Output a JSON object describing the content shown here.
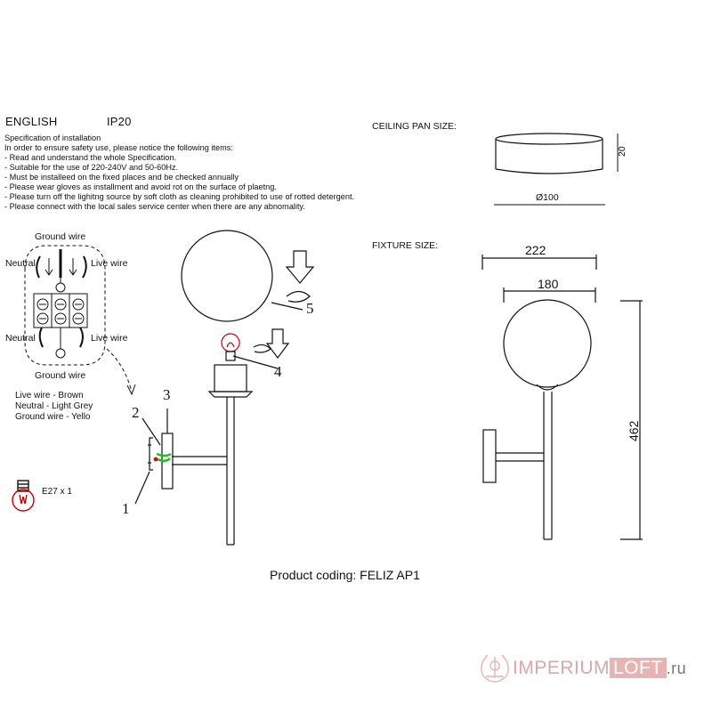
{
  "header": {
    "language": "ENGLISH",
    "ip_rating": "IP20",
    "spec_title": "Specification of installation",
    "spec_lines": [
      "In order to ensure safety use, please notice the following items:",
      "- Read and understand the whole Specification.",
      "- Suitable for the use of 220-240V and 50-60Hz.",
      "- Must be installeed on the fixed places and be checked annually",
      "- Please wear gloves as installment and avoid rot on the surface of plaetng.",
      "- Please turn off the lighitng source by soft cloth as cleaning prohibited to use of rotted detergent.",
      "- Please connect with the local sales service center when there are any abnomality."
    ]
  },
  "ceiling_pan": {
    "title": "CEILING PAN  SIZE:",
    "height": "20",
    "diameter": "Ø100"
  },
  "fixture": {
    "title": "FIXTURE SIZE:",
    "width_outer": "222",
    "width_globe": "180",
    "height": "462"
  },
  "wiring": {
    "ground_top": "Ground wire",
    "ground_bottom": "Ground wire",
    "neutral_top": "Neutral",
    "neutral_bottom": "Neutral",
    "live_top": "Live wire",
    "live_bottom": "Live wire",
    "legend": [
      "Live wire - Brown",
      "Neutral - Light Grey",
      "Ground wire - Yello"
    ]
  },
  "bulb": {
    "label": "E27 x 1"
  },
  "steps": [
    "1",
    "2",
    "3",
    "4",
    "5"
  ],
  "product_coding": "Product coding: FELIZ AP1",
  "watermark": {
    "brand_main": "IMPERIUM",
    "brand_box": "LOFT",
    "suffix": ".ru"
  },
  "colors": {
    "line": "#111111",
    "wire_red": "#d01010",
    "wire_green": "#22bb22",
    "watermark": "#e8b3b3"
  }
}
